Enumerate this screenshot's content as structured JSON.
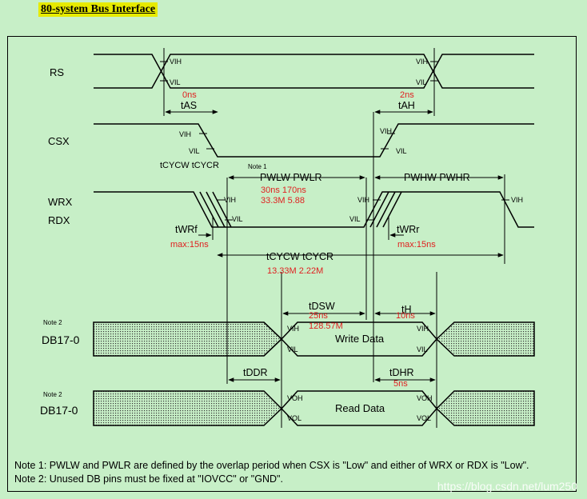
{
  "title": "80-system Bus Interface",
  "signals": {
    "rs": "RS",
    "csx": "CSX",
    "wrx": "WRX",
    "rdx": "RDX",
    "db_write": "DB17-0",
    "db_read": "DB17-0",
    "note2_a": "Note 2",
    "note2_b": "Note 2"
  },
  "levels": {
    "vih": "VIH",
    "vil": "VIL",
    "voh": "VOH",
    "vol": "VOL"
  },
  "timing": {
    "tas": "tAS",
    "tah": "tAH",
    "tcycw_tcycr_small": "tCYCW  tCYCR",
    "note1": "Note 1",
    "pwlw_pwlr": "PWLW  PWLR",
    "pwhw_pwhr": "PWHW  PWHR",
    "twrf": "tWRf",
    "twrr": "tWRr",
    "tcycw_tcycr": "tCYCW  tCYCR",
    "tdsw": "tDSW",
    "th": "tH",
    "tddr": "tDDR",
    "tdhr": "tDHR"
  },
  "annotations": {
    "tas_val": "0ns",
    "tah_val": "2ns",
    "pw_vals_1": "30ns    170ns",
    "pw_vals_2": "33.3M   5.88",
    "twrf_val": "max:15ns",
    "twrr_val": "max:15ns",
    "tcyc_vals": "13.33M   2.22M",
    "tdsw_val1": "25ns",
    "tdsw_val2": "128.57M",
    "th_val": "10ns",
    "tdhr_val": "5ns"
  },
  "data_labels": {
    "write": "Write Data",
    "read": "Read Data"
  },
  "notes": {
    "note1": "Note 1: PWLW and PWLR are defined by the overlap period when CSX is \"Low\" and either of WRX or RDX is \"Low\".",
    "note2": "Note 2: Unused DB pins must be fixed at \"IOVCC\" or \"GND\"."
  },
  "watermark": "https://blog.csdn.net/lum250",
  "colors": {
    "background": "#c7efc7",
    "title_highlight": "#e6ea00",
    "annotation_red": "#e02020"
  }
}
